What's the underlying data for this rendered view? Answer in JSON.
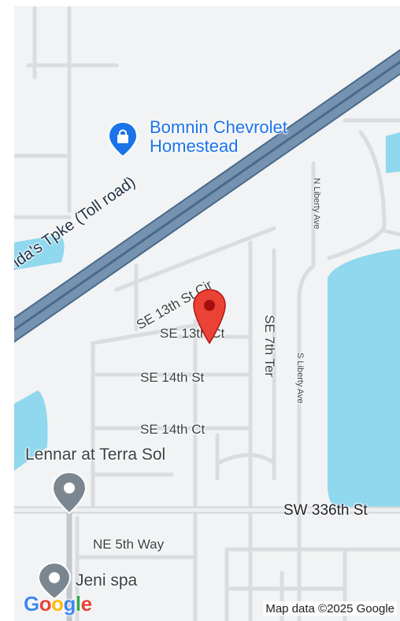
{
  "map": {
    "roads": {
      "toll_road": "Florida's Tpke (Toll road)",
      "se_13th_st_cir": "SE 13th St Cir",
      "se_13th_ct": "SE 13th Ct",
      "se_14th_st": "SE 14th St",
      "se_14th_ct": "SE 14th Ct",
      "se_7th_ter": "SE 7th Ter",
      "sw_336th_st": "SW 336th St",
      "ne_5th_way": "NE 5th Way",
      "n_liberty_ave": "N Liberty Ave",
      "s_liberty_ave": "S Liberty Ave"
    },
    "places": {
      "dealer_line1": "Bomnin Chevrolet",
      "dealer_line2": "Homestead",
      "lennar": "Lennar at Terra Sol",
      "jeni": "Jeni spa"
    },
    "logo": {
      "G": "G",
      "o1": "o",
      "o2": "o",
      "g": "g",
      "l": "l",
      "e": "e"
    },
    "attribution": "Map data ©2025 Google",
    "colors": {
      "water": "#8fd8ee",
      "tollroad": "#6e8ba8",
      "tollroad_edge": "#4a6a8a",
      "road": "#dadce0",
      "pin": "#ea4335",
      "poi_blue": "#1a73e8",
      "poi_gray": "#7a8790"
    },
    "icons": {
      "dealer": "shopping-bag-icon",
      "pin": "map-pin-icon",
      "lennar": "location-marker-icon",
      "jeni": "location-marker-icon"
    }
  }
}
